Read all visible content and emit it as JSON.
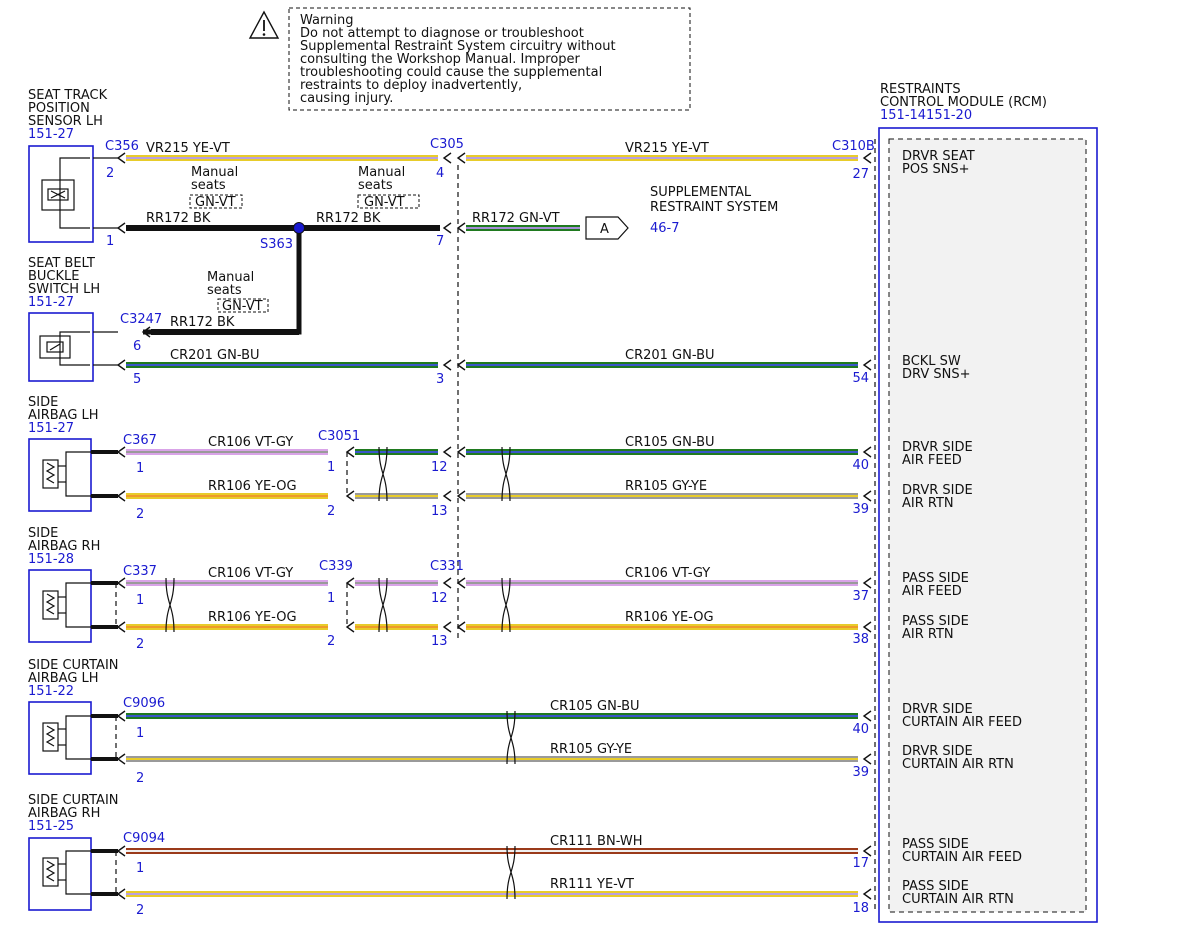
{
  "warning": {
    "icon": "warning-triangle-icon",
    "lines": [
      "Warning",
      "Do not attempt to diagnose or troubleshoot",
      "Supplemental Restraint System circuitry without",
      "consulting the Workshop Manual. Improper",
      "troubleshooting could cause the supplemental",
      "restraints to deploy inadvertently,",
      "causing injury."
    ]
  },
  "colors": {
    "YE-VT": [
      "#e8cc2a",
      "#b9a0e0"
    ],
    "BK": [
      "#111111",
      "#111111"
    ],
    "GN-VT": [
      "#1f7a1f",
      "#a58fd6"
    ],
    "GN-BU": [
      "#1f7a1f",
      "#3a56c9"
    ],
    "VT-GY": [
      "#d9a3e8",
      "#9a9a9a"
    ],
    "YE-OG": [
      "#e8cc2a",
      "#ee9a2a"
    ],
    "GY-YE": [
      "#9a9a9a",
      "#e8cc2a"
    ],
    "BN-WH": [
      "#9a3a1a",
      "#f0f0f0"
    ]
  },
  "rcm": {
    "title": [
      "RESTRAINTS",
      "CONTROL MODULE (RCM)"
    ],
    "ref": "151-14151-20",
    "pins": [
      {
        "num": "27",
        "label": [
          "DRVR SEAT",
          "POS SNS+"
        ]
      },
      {
        "num": "54",
        "label": [
          "BCKL SW",
          "DRV SNS+"
        ]
      },
      {
        "num": "40",
        "label": [
          "DRVR SIDE",
          "AIR FEED"
        ]
      },
      {
        "num": "39",
        "label": [
          "DRVR SIDE",
          "AIR RTN"
        ]
      },
      {
        "num": "37",
        "label": [
          "PASS SIDE",
          "AIR FEED"
        ]
      },
      {
        "num": "38",
        "label": [
          "PASS SIDE",
          "AIR RTN"
        ]
      },
      {
        "num": "40",
        "label": [
          "DRVR SIDE",
          "CURTAIN AIR FEED"
        ]
      },
      {
        "num": "39",
        "label": [
          "DRVR SIDE",
          "CURTAIN AIR RTN"
        ]
      },
      {
        "num": "17",
        "label": [
          "PASS SIDE",
          "CURTAIN AIR FEED"
        ]
      },
      {
        "num": "18",
        "label": [
          "PASS SIDE",
          "CURTAIN AIR RTN"
        ]
      }
    ]
  },
  "components": [
    {
      "title": [
        "SEAT TRACK",
        "POSITION",
        "SENSOR LH"
      ],
      "ref": "151-27",
      "connector": "C356"
    },
    {
      "title": [
        "SEAT BELT",
        "BUCKLE",
        "SWITCH LH"
      ],
      "ref": "151-27",
      "connector": "C3247"
    },
    {
      "title": [
        "SIDE",
        "AIRBAG LH"
      ],
      "ref": "151-27",
      "connector": "C367"
    },
    {
      "title": [
        "SIDE",
        "AIRBAG RH"
      ],
      "ref": "151-28",
      "connector": "C337"
    },
    {
      "title": [
        "SIDE CURTAIN",
        "AIRBAG LH"
      ],
      "ref": "151-22",
      "connector": "C9096"
    },
    {
      "title": [
        "SIDE CURTAIN",
        "AIRBAG RH"
      ],
      "ref": "151-25",
      "connector": "C9094"
    }
  ],
  "inline_connectors": {
    "c305": "C305",
    "c310b": "C310B",
    "c3051": "C3051",
    "c339": "C339",
    "c331": "C331"
  },
  "splice": "S363",
  "manual_seats": {
    "text": [
      "Manual",
      "seats"
    ],
    "color": "GN-VT"
  },
  "supplemental": {
    "title": [
      "SUPPLEMENTAL",
      "RESTRAINT SYSTEM"
    ],
    "ref": "46-7",
    "flag": "A"
  },
  "wires": [
    {
      "circuit": "VR215",
      "color": "YE-VT"
    },
    {
      "circuit": "VR215",
      "color": "YE-VT"
    },
    {
      "circuit": "RR172",
      "color": "BK"
    },
    {
      "circuit": "RR172",
      "color": "BK"
    },
    {
      "circuit": "RR172",
      "color": "GN-VT"
    },
    {
      "circuit": "RR172",
      "color": "BK"
    },
    {
      "circuit": "CR201",
      "color": "GN-BU"
    },
    {
      "circuit": "CR201",
      "color": "GN-BU"
    },
    {
      "circuit": "CR106",
      "color": "VT-GY"
    },
    {
      "circuit": "",
      "color": "GN-BU"
    },
    {
      "circuit": "CR105",
      "color": "GN-BU"
    },
    {
      "circuit": "RR106",
      "color": "YE-OG"
    },
    {
      "circuit": "",
      "color": "GY-YE"
    },
    {
      "circuit": "RR105",
      "color": "GY-YE"
    },
    {
      "circuit": "CR106",
      "color": "VT-GY"
    },
    {
      "circuit": "",
      "color": "VT-GY"
    },
    {
      "circuit": "CR106",
      "color": "VT-GY"
    },
    {
      "circuit": "RR106",
      "color": "YE-OG"
    },
    {
      "circuit": "",
      "color": "YE-OG"
    },
    {
      "circuit": "RR106",
      "color": "YE-OG"
    },
    {
      "circuit": "CR105",
      "color": "GN-BU"
    },
    {
      "circuit": "RR105",
      "color": "GY-YE"
    },
    {
      "circuit": "CR111",
      "color": "BN-WH"
    },
    {
      "circuit": "RR111",
      "color": "YE-VT"
    }
  ],
  "pin_numbers": {
    "seat_track": [
      "2",
      "1"
    ],
    "c305": [
      "4",
      "7",
      "3",
      "12",
      "13",
      "12",
      "13"
    ],
    "buckle": [
      "6",
      "5"
    ],
    "side_lh": [
      "1",
      "2"
    ],
    "c3051": [
      "1",
      "2"
    ],
    "side_rh": [
      "1",
      "2"
    ],
    "c339": [
      "1",
      "2"
    ],
    "curtain_lh": [
      "1",
      "2"
    ],
    "curtain_rh": [
      "1",
      "2"
    ]
  }
}
